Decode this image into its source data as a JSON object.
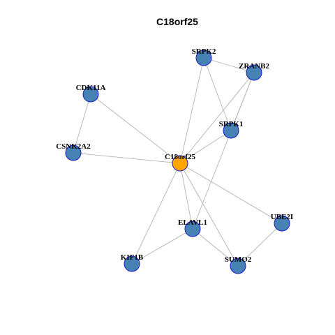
{
  "title": "C18orf25",
  "colors": {
    "node_fill": "#4682b4",
    "center_fill": "#ffa500",
    "node_border": "#1a1acc",
    "edge": "#b3b3b3"
  },
  "nodes": [
    {
      "id": "C18orf25",
      "label": "C18orf25",
      "center": true
    },
    {
      "id": "SRPK2",
      "label": "SRPK2"
    },
    {
      "id": "ZRANB2",
      "label": "ZRANB2"
    },
    {
      "id": "CDK11A",
      "label": "CDK11A"
    },
    {
      "id": "SRPK1",
      "label": "SRPK1"
    },
    {
      "id": "CSNK2A2",
      "label": "CSNK2A2"
    },
    {
      "id": "ELAVL1",
      "label": "ELAVL1"
    },
    {
      "id": "UBE2I",
      "label": "UBE2I"
    },
    {
      "id": "KIF1B",
      "label": "KIF1B"
    },
    {
      "id": "SUMO2",
      "label": "SUMO2"
    }
  ],
  "edges": [
    [
      "CDK11A",
      "CSNK2A2"
    ],
    [
      "CDK11A",
      "C18orf25"
    ],
    [
      "CSNK2A2",
      "C18orf25"
    ],
    [
      "SRPK2",
      "ZRANB2"
    ],
    [
      "SRPK2",
      "SRPK1"
    ],
    [
      "SRPK2",
      "C18orf25"
    ],
    [
      "ZRANB2",
      "SRPK1"
    ],
    [
      "ZRANB2",
      "C18orf25"
    ],
    [
      "ZRANB2",
      "ELAVL1"
    ],
    [
      "SRPK1",
      "C18orf25"
    ],
    [
      "C18orf25",
      "ELAVL1"
    ],
    [
      "C18orf25",
      "KIF1B"
    ],
    [
      "C18orf25",
      "SUMO2"
    ],
    [
      "C18orf25",
      "UBE2I"
    ],
    [
      "ELAVL1",
      "KIF1B"
    ],
    [
      "ELAVL1",
      "SUMO2"
    ],
    [
      "UBE2I",
      "SUMO2"
    ]
  ]
}
